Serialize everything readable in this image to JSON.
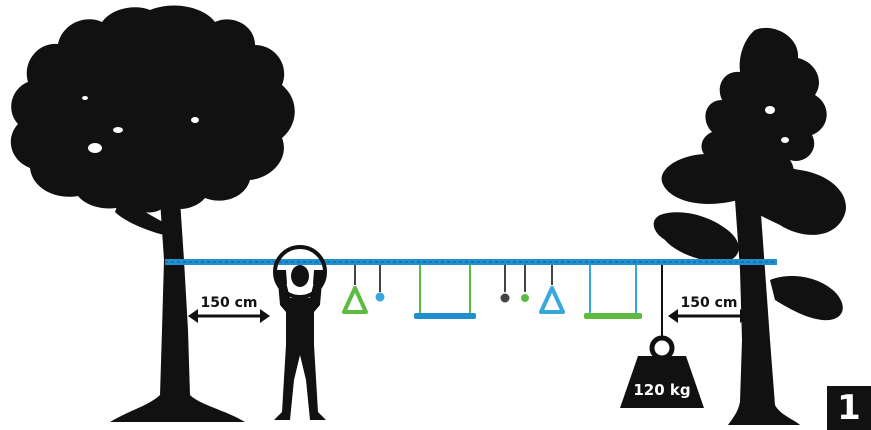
{
  "labels": {
    "left_distance": "150 cm",
    "right_distance": "150 cm",
    "weight": "120 kg",
    "step_number": "1"
  },
  "colors": {
    "silhouette": "#111111",
    "slackline": "#1f8fd0",
    "green": "#5dbb3f",
    "blue": "#38a8dc",
    "dark_hanger": "#444444"
  },
  "icons": [
    "left-tree-icon",
    "right-tree-icon",
    "person-icon",
    "weight-icon",
    "double-arrow-icon",
    "ring-icon",
    "ball-icon",
    "swing-bar-icon",
    "triangle-handle-icon"
  ]
}
